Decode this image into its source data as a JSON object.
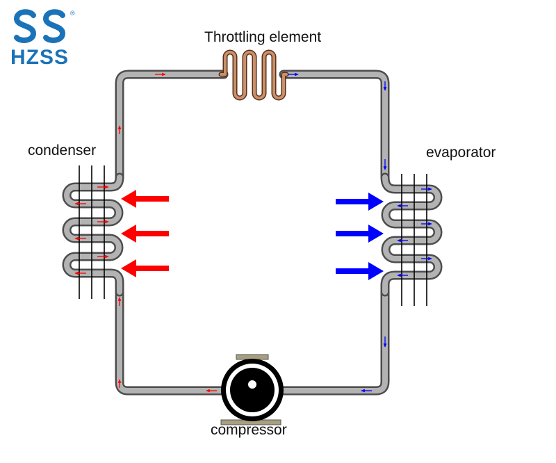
{
  "brand": {
    "logo_text": "HZSS",
    "registered_mark": "®",
    "logo_color": "#1a73b8"
  },
  "labels": {
    "throttling": "Throttling element",
    "condenser": "condenser",
    "evaporator": "evaporator",
    "compressor": "compressor"
  },
  "colors": {
    "hot_flow": "#ff0000",
    "cold_flow": "#0000ff",
    "pipe": "#b3b3b3",
    "coil": "#c8906b"
  },
  "icons": {
    "condenser_heat_arrows": "arrow-left-icon",
    "evaporator_heat_arrows": "arrow-right-icon",
    "flow_markers": "small-arrow-icon"
  }
}
